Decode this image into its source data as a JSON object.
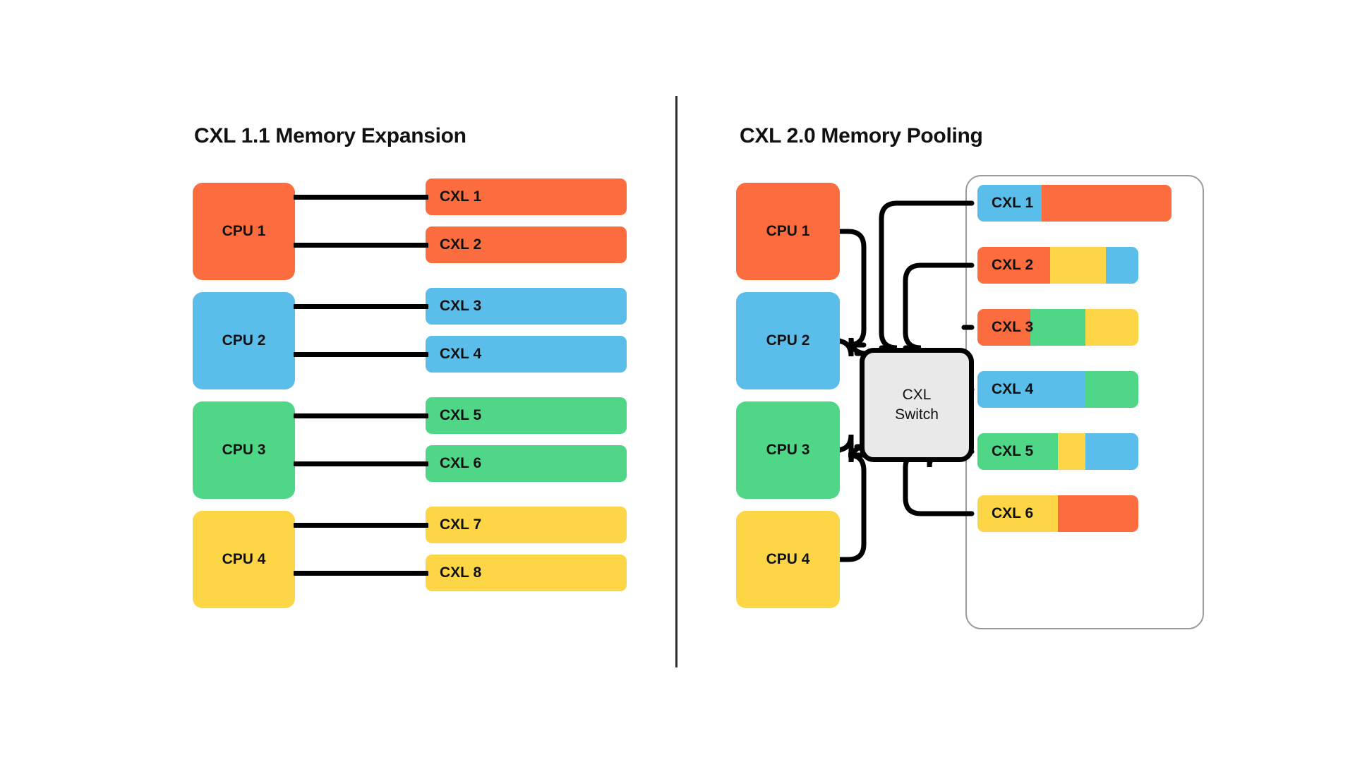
{
  "figure": {
    "type": "diagram",
    "subject": "CXL memory architecture comparison",
    "divider": "vertical-rule"
  },
  "palette": {
    "orange": "#FB6D3F",
    "blue": "#5BBDEA",
    "green": "#4FD787",
    "yellow": "#FCD647",
    "switch_fill": "#E9E9E9",
    "wire": "#000000",
    "text": "#111111",
    "pool_border": "#9A9A9A"
  },
  "left_panel": {
    "title": "CXL 1.1 Memory Expansion",
    "groups": [
      {
        "cpu": "CPU 1",
        "color": "#FB6D3F",
        "memories": [
          {
            "label": "CXL 1",
            "color": "#FB6D3F"
          },
          {
            "label": "CXL 2",
            "color": "#FB6D3F"
          }
        ]
      },
      {
        "cpu": "CPU 2",
        "color": "#5BBDEA",
        "memories": [
          {
            "label": "CXL 3",
            "color": "#5BBDEA"
          },
          {
            "label": "CXL 4",
            "color": "#5BBDEA"
          }
        ]
      },
      {
        "cpu": "CPU 3",
        "color": "#4FD787",
        "memories": [
          {
            "label": "CXL 5",
            "color": "#4FD787"
          },
          {
            "label": "CXL 6",
            "color": "#4FD787"
          }
        ]
      },
      {
        "cpu": "CPU 4",
        "color": "#FCD647",
        "memories": [
          {
            "label": "CXL 7",
            "color": "#FCD647"
          },
          {
            "label": "CXL 8",
            "color": "#FCD647"
          }
        ]
      }
    ]
  },
  "right_panel": {
    "title": "CXL 2.0 Memory Pooling",
    "switch": {
      "line1": "CXL",
      "line2": "Switch"
    },
    "cpus": [
      {
        "label": "CPU 1",
        "color": "#FB6D3F"
      },
      {
        "label": "CPU 2",
        "color": "#5BBDEA"
      },
      {
        "label": "CPU 3",
        "color": "#4FD787"
      },
      {
        "label": "CPU 4",
        "color": "#FCD647"
      }
    ],
    "pool": [
      {
        "label": "CXL 1",
        "width_pct": 100,
        "segments": [
          {
            "color": "#5BBDEA",
            "pct": 33
          },
          {
            "color": "#FB6D3F",
            "pct": 67
          }
        ]
      },
      {
        "label": "CXL 2",
        "width_pct": 83,
        "segments": [
          {
            "color": "#FB6D3F",
            "pct": 45
          },
          {
            "color": "#FCD647",
            "pct": 35
          },
          {
            "color": "#5BBDEA",
            "pct": 20
          }
        ]
      },
      {
        "label": "CXL 3",
        "width_pct": 83,
        "segments": [
          {
            "color": "#FB6D3F",
            "pct": 33
          },
          {
            "color": "#4FD787",
            "pct": 34
          },
          {
            "color": "#FCD647",
            "pct": 33
          }
        ]
      },
      {
        "label": "CXL 4",
        "width_pct": 83,
        "segments": [
          {
            "color": "#5BBDEA",
            "pct": 67
          },
          {
            "color": "#4FD787",
            "pct": 33
          }
        ]
      },
      {
        "label": "CXL 5",
        "width_pct": 83,
        "segments": [
          {
            "color": "#4FD787",
            "pct": 50
          },
          {
            "color": "#FCD647",
            "pct": 17
          },
          {
            "color": "#5BBDEA",
            "pct": 33
          }
        ]
      },
      {
        "label": "CXL 6",
        "width_pct": 83,
        "segments": [
          {
            "color": "#FCD647",
            "pct": 50
          },
          {
            "color": "#FB6D3F",
            "pct": 50
          }
        ]
      }
    ]
  }
}
